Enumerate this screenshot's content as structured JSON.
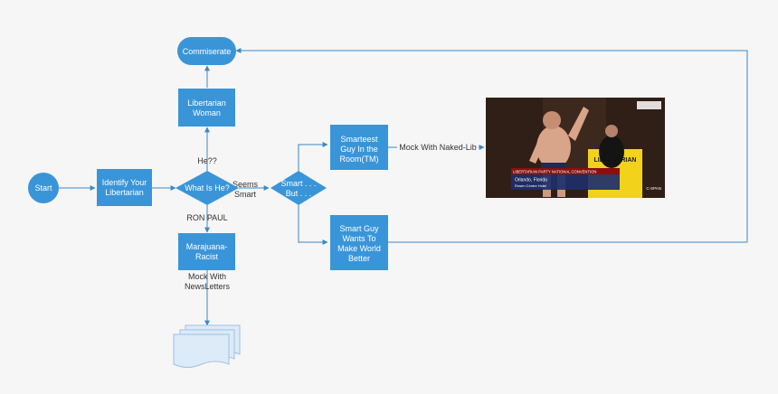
{
  "colors": {
    "node": "#3a95d8",
    "edge": "#3a88c8",
    "background": "#f6f6f6",
    "document_fill": "#ddeaf7",
    "document_stroke": "#9cc2e4"
  },
  "nodes": {
    "start": "Start",
    "identify": [
      "Identify Your",
      "Libertarian"
    ],
    "what_is_he": "What Is He?",
    "commiserate": "Commiserate",
    "libertarian_woman": [
      "Libertarian",
      "Woman"
    ],
    "marajuana_racist": [
      "Marajuana-",
      "Racist"
    ],
    "smart_but": [
      "Smart . . .",
      "But . . ."
    ],
    "smarteest": [
      "Smarteest",
      "Guy In the",
      "Room(TM)"
    ],
    "smart_guy": [
      "Smart Guy",
      "Wants To",
      "Make World",
      "Better"
    ]
  },
  "edges": {
    "he": "He??",
    "ron_paul": "RON PAUL",
    "seems_smart": [
      "Seems",
      "Smart"
    ],
    "mock_newsletters": [
      "Mock With",
      "NewsLetters"
    ],
    "mock_naked": "Mock With Naked-Lib"
  },
  "photo": {
    "banner": "LIBERTARIAN",
    "lower_third_title": "LIBERTARIAN PARTY NATIONAL CONVENTION",
    "lower_third_line1": "Orlando, Florida",
    "lower_third_line2": "Rosen Centre Hotel",
    "network": "C-SPAN"
  }
}
